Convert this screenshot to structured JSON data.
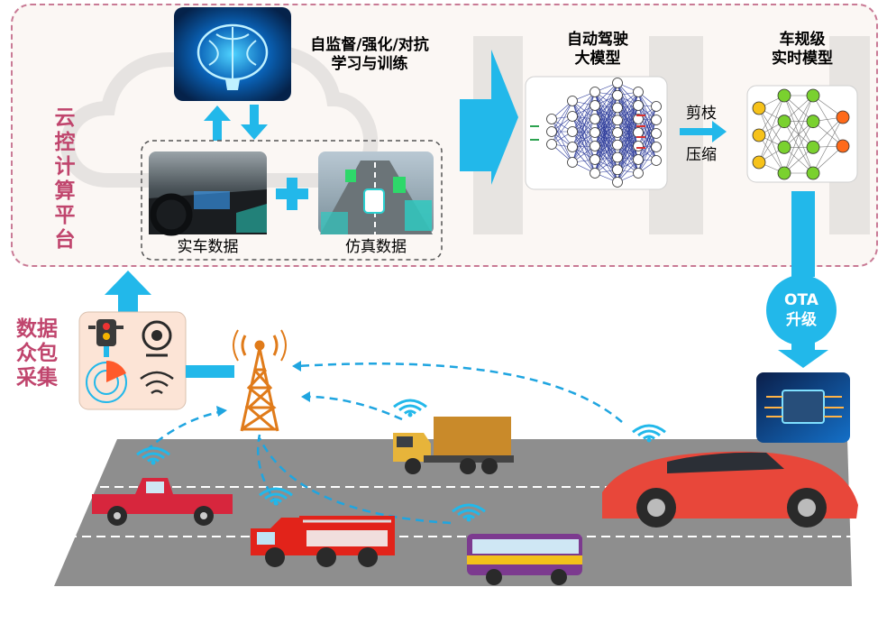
{
  "cloud": {
    "platform_label": [
      "云控",
      "计算",
      "平台"
    ],
    "training_label": [
      "自监督/强化/对抗",
      "学习与训练"
    ],
    "real_data_label": "实车数据",
    "sim_data_label": "仿真数据",
    "big_model_label": [
      "自动驾驶",
      "大模型"
    ],
    "compress_label": [
      "剪枝",
      "压缩"
    ],
    "vehicle_model_label": [
      "车规级",
      "实时模型"
    ]
  },
  "ota": [
    "OTA",
    "升级"
  ],
  "crowd_label": [
    "数据",
    "众包",
    "采集"
  ],
  "colors": {
    "accent_blue": "#22b8ea",
    "platform_pink": "#c0456d",
    "road_gray": "#8e8e8e",
    "car_red": "#e8473a"
  },
  "icons": [
    "brain-icon",
    "traffic-light-icon",
    "camera-icon",
    "radar-icon",
    "wifi-icon",
    "cell-tower-icon",
    "chip-icon"
  ]
}
